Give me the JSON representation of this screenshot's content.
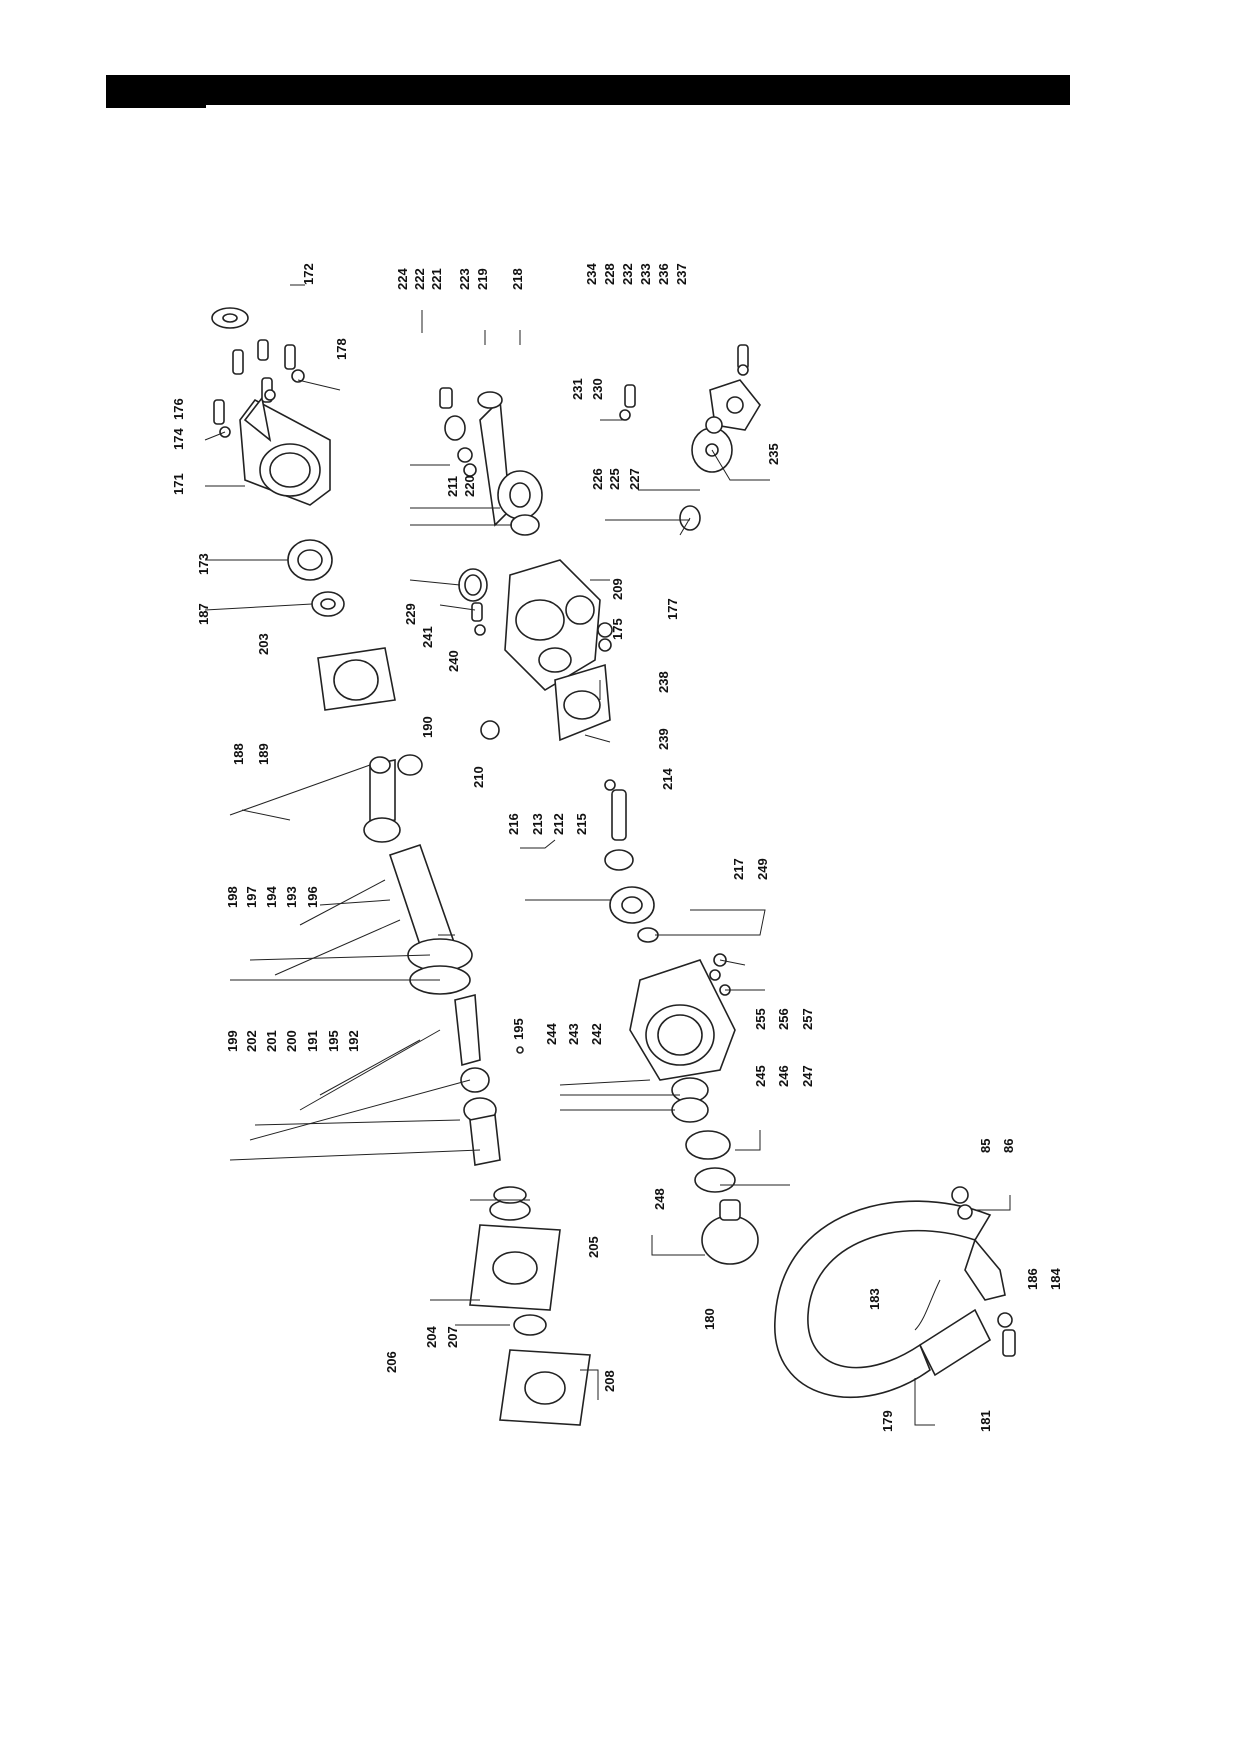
{
  "header": {
    "bar_color": "#000000"
  },
  "part_numbers": {
    "top_left_group": [
      "171",
      "174",
      "176",
      "172",
      "178",
      "173",
      "187",
      "203"
    ],
    "shaft_group": [
      "224",
      "222",
      "221",
      "223",
      "219",
      "218",
      "211",
      "220"
    ],
    "knob_group": [
      "234",
      "228",
      "232",
      "233",
      "236",
      "237",
      "231",
      "230",
      "226",
      "225",
      "227",
      "235"
    ],
    "gear_case_group": [
      "229",
      "209",
      "175",
      "177",
      "241",
      "240",
      "238",
      "239"
    ],
    "middle_group": [
      "188",
      "189",
      "190",
      "210",
      "214",
      "216",
      "213",
      "212",
      "215",
      "217",
      "249"
    ],
    "clutch_group": [
      "198",
      "197",
      "194",
      "193",
      "196",
      "199",
      "202",
      "201",
      "200",
      "191",
      "195",
      "192",
      "195b",
      "244",
      "243",
      "242",
      "255",
      "256",
      "257",
      "245",
      "246",
      "247"
    ],
    "lower_left_group": [
      "206",
      "204",
      "207",
      "205",
      "208"
    ],
    "handle_group": [
      "248",
      "180",
      "179",
      "183",
      "181",
      "85",
      "86",
      "186",
      "184"
    ]
  }
}
